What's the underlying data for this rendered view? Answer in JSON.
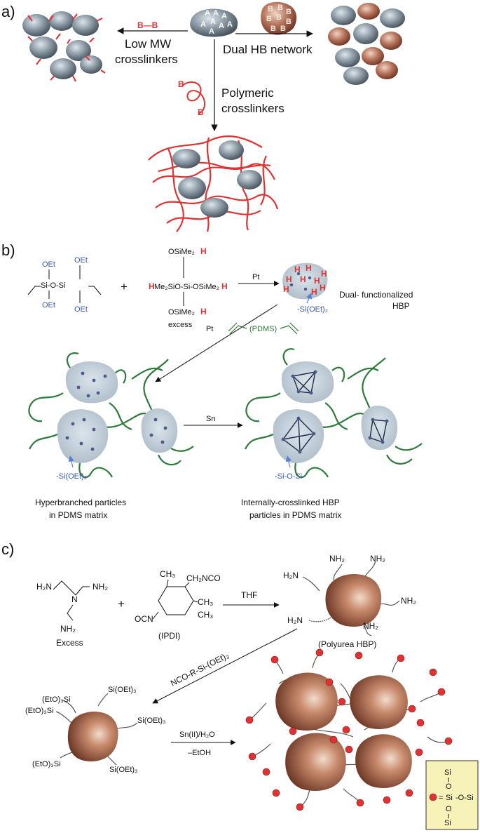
{
  "panel_a": {
    "label": "a)",
    "center_letters": [
      "A",
      "A",
      "A",
      "A",
      "A",
      "A",
      "A",
      "A"
    ],
    "b_letters": [
      "B",
      "B",
      "B",
      "B",
      "B",
      "B",
      "B",
      "B"
    ],
    "low_mw_crosslinker_glyph": "B—B",
    "low_mw_label_1": "Low MW",
    "low_mw_label_2": "crosslinkers",
    "dual_hb_label": "Dual HB network",
    "polymeric_label_1": "Polymeric",
    "polymeric_label_2": "crosslinkers",
    "polymeric_b1": "B",
    "polymeric_b2": "B"
  },
  "panel_b": {
    "label": "b)",
    "reagent1": {
      "oet_top1": "OEt",
      "oet_top2": "OEt",
      "core": "Si-O-Si",
      "oet_bot1": "OEt",
      "oet_bot2": "OEt"
    },
    "plus": "+",
    "reagent2": {
      "top": "OSiMe₂",
      "top_h": "H",
      "left_h": "H",
      "left": "Me₂SiO-Si-OSiMe₂",
      "right_h": "H",
      "bottom": "OSiMe₂",
      "bottom_h": "H",
      "excess": "excess"
    },
    "cat1": "Pt",
    "hbp_h": [
      "H",
      "H",
      "H",
      "H",
      "H",
      "H",
      "H",
      "H",
      "H"
    ],
    "si_oet_label": "-Si(OEt)₂",
    "dual_label_1": "Dual- functionalized",
    "dual_label_2": "HBP",
    "cat2": "Pt",
    "pdms_label": "(PDMS)",
    "cat3": "Sn",
    "si_oet_label_2": "-Si(OEt)₂",
    "si_o_si_label": "-Si-O-Si-",
    "caption_left_1": "Hyperbranched particles",
    "caption_left_2": "in PDMS matrix",
    "caption_right_1": "Internally-crosslinked HBP",
    "caption_right_2": "particles in PDMS matrix"
  },
  "panel_c": {
    "label": "c)",
    "amine": {
      "nh2_1": "H₂N",
      "nh2_2": "NH₂",
      "n": "N",
      "nh2_3": "NH₂",
      "excess": "Excess"
    },
    "plus": "+",
    "ipdi": {
      "ch3_top": "CH₃",
      "ch2nco": "CH₂NCO",
      "ocn": "OCN",
      "ch3_r1": "CH₃",
      "ch3_r2": "CH₃",
      "name": "(IPDI)"
    },
    "thf": "THF",
    "polyurea_nh2": [
      "NH₂",
      "NH₂",
      "H₂N",
      "NH₂",
      "H₂N",
      "NH₂"
    ],
    "polyurea_label": "(Polyurea HBP)",
    "reagent_arrow": "NCO-R-Si-(OEt)₃",
    "si_groups": [
      "(EtO)₃Si",
      "(EtO)₃Si",
      "Si(OEt)₃",
      "Si(OEt)₃",
      "(EtO)₃Si",
      "Si(OEt)₃"
    ],
    "sn_label": "Sn(II)/H₂O",
    "etoh_label": "–EtOH",
    "legend": {
      "si1": "Si",
      "o1": "O",
      "eq": "=",
      "si2": "Si",
      "o_si": "-O-Si",
      "o2": "O",
      "si3": "Si"
    }
  },
  "colors": {
    "gray_particle": "#6e7d88",
    "brown_particle": "#8f4f3a",
    "red_crosslinker": "#e03232",
    "green_pdms": "#2e7a3a",
    "blue_label": "#3a5aa8",
    "legend_bg": "#f7f2b8"
  }
}
